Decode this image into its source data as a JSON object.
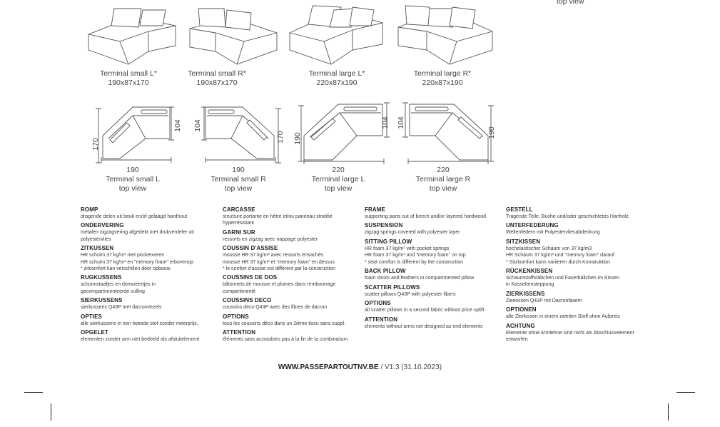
{
  "top_truncated_label": "top view",
  "perspective_views": [
    {
      "name": "Terminal small L*",
      "dims": "190x87x170"
    },
    {
      "name": "Terminal small R*",
      "dims": "190x87x170"
    },
    {
      "name": "Terminal large L*",
      "dims": "220x87x190"
    },
    {
      "name": "Terminal large R*",
      "dims": "220x87x190"
    }
  ],
  "top_views": [
    {
      "name": "Terminal small L",
      "sub": "top view",
      "width": "190",
      "side_a": "170",
      "side_b": "104"
    },
    {
      "name": "Terminal small R",
      "sub": "top view",
      "width": "190",
      "side_a": "104",
      "side_b": "170"
    },
    {
      "name": "Terminal large L",
      "sub": "top view",
      "width": "220",
      "side_a": "190",
      "side_b": "104"
    },
    {
      "name": "Terminal large R",
      "sub": "top view",
      "width": "220",
      "side_a": "104",
      "side_b": "190"
    }
  ],
  "columns": [
    {
      "lang": "nl",
      "sections": [
        {
          "title": "ROMP",
          "lines": [
            "dragende delen uit beuk en/of gelaagd hardhout"
          ]
        },
        {
          "title": "ONDERVERING",
          "lines": [
            "metalen zigzagvering afgedekt met drukverdeler uit",
            "polyestervlies"
          ]
        },
        {
          "title": "ZITKUSSEN",
          "lines": [
            "HR schuim 37 kg/m³ met pocketveren",
            "HR schuim 37 kg/m³ en \"memory foam\" erbovenop",
            "* zitcomfort kan verschillen door opbouw"
          ]
        },
        {
          "title": "RUGKUSSENS",
          "lines": [
            "schuimstaafjes en donsveertjes in",
            "gecompartimenteerde vulling"
          ]
        },
        {
          "title": "SIERKUSSENS",
          "lines": [
            "sierkussens Q43P met dacronvezels"
          ]
        },
        {
          "title": "OPTIES",
          "lines": [
            "alle sierkussens in een tweede stof zonder meerprijs."
          ]
        },
        {
          "title": "OPGELET",
          "lines": [
            "elementen zonder arm niet bedoeld als afsluitelement"
          ]
        }
      ]
    },
    {
      "lang": "fr",
      "sections": [
        {
          "title": "CARCASSE",
          "lines": [
            "structure portante en hêtre et/ou panneau stratifié",
            "hyperrésistant"
          ]
        },
        {
          "title": "GARNI SUR",
          "lines": [
            "ressorts en zigzag avec nappage polyester"
          ]
        },
        {
          "title": "COUSSIN D'ASSISE",
          "lines": [
            "mousse HR 37 kg/m³ avec ressorts ensachés",
            "mousse HR 37 kg/m³ et \"memory foam\" en dessus",
            "* le confort d'assise est différent par la construction"
          ]
        },
        {
          "title": "COUSSINS DE DOS",
          "lines": [
            "bâtonnets de mousse et plumes dans rembourrage",
            "compartimenté"
          ]
        },
        {
          "title": "COUSSINS DECO",
          "lines": [
            "coussins deco Q43P avec des fibres de dacron"
          ]
        },
        {
          "title": "OPTIONS",
          "lines": [
            "tous les coussins déco dans un 2ième tissu sans suppl."
          ]
        },
        {
          "title": "ATTENTION",
          "lines": [
            "éléments sans accoudoirs pas à la fin de la combinaison"
          ]
        }
      ]
    },
    {
      "lang": "en",
      "sections": [
        {
          "title": "FRAME",
          "lines": [
            "supporting parts out of beech and/or layered hardwood"
          ]
        },
        {
          "title": "SUSPENSION",
          "lines": [
            "zigzag springs covered with polyester layer"
          ]
        },
        {
          "title": "SITTING PILLOW",
          "lines": [
            "HR foam 37 kg/m³ with pocket springs",
            "HR foam 37 kg/m³ and \"memory foam\" on top",
            "* seat comfort is different by the construction"
          ]
        },
        {
          "title": "BACK PILLOW",
          "lines": [
            "foam sticks and feathers in compartmented pillow"
          ]
        },
        {
          "title": "SCATTER PILLOWS",
          "lines": [
            "scatter pillows Q43P with polyester fibers"
          ]
        },
        {
          "title": "OPTIONS",
          "lines": [
            "all scatter pillows in a second fabric without price uplift"
          ]
        },
        {
          "title": "ATTENTION",
          "lines": [
            "elements without arms not designed as end elements"
          ]
        }
      ]
    },
    {
      "lang": "de",
      "sections": [
        {
          "title": "GESTELL",
          "lines": [
            "Tragende Teile: Buche und/oder geschichtetes Hartholz"
          ]
        },
        {
          "title": "UNTERFEDERUNG",
          "lines": [
            "Wellenfedern mit Polyestervliesabdeckung"
          ]
        },
        {
          "title": "SITZKISSEN",
          "lines": [
            "hochelastischer Schaum von 37 kg/m3",
            "HR Schaum 37 kg/m³ und \"memory foam\" darauf",
            "* Sitzkomfort kann variieren durch Konstruktion"
          ]
        },
        {
          "title": "RÜCKENKISSEN",
          "lines": [
            "Schaumstoffstäbchen und Faserbällchen im Kissen",
            "in Kassettensteppung"
          ]
        },
        {
          "title": "ZIERKISSENS",
          "lines": [
            "Zierkissen Q43P mit Dacronfasern"
          ]
        },
        {
          "title": "OPTIONEN",
          "lines": [
            "alle Zierkissen in einem zweiten Stoff ohne Aufpreis"
          ]
        },
        {
          "title": "ACHTUNG",
          "lines": [
            "Elemente ohne Armlehne sind nicht als Abschlusselement",
            "entworfen"
          ]
        }
      ]
    }
  ],
  "footer": {
    "website": "WWW.PASSEPARTOUTNV.BE",
    "version": " / V1.3 (31.10.2023)"
  }
}
